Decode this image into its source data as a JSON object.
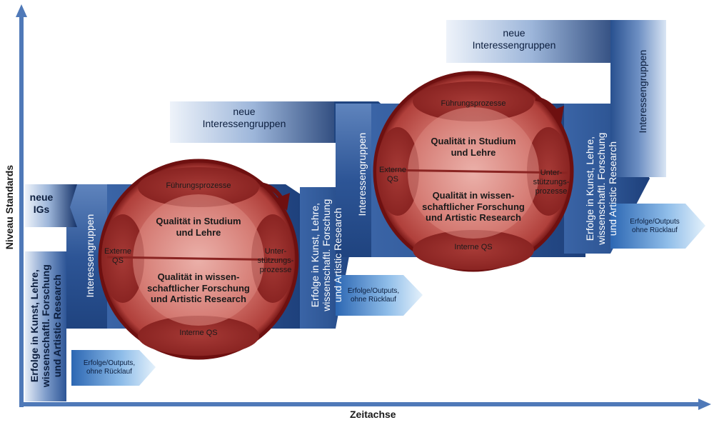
{
  "axes": {
    "y_label": "Niveau Standards",
    "x_label": "Zeitachse"
  },
  "stage_1": {
    "neue_igs": [
      "neue",
      "IGs"
    ],
    "erfolge_vertical": [
      "Erfolge in Kunst, Lehre,",
      "wissenschaftl. Forschung",
      "und Artistic Research"
    ],
    "interessengruppen": "Interessengruppen",
    "outputs": [
      "Erfolge/Outputs,",
      "ohne Rücklauf"
    ]
  },
  "stage_2": {
    "neue_interessengruppen": [
      "neue",
      "Interessengruppen"
    ],
    "erfolge_vertical": [
      "Erfolge in Kunst, Lehre,",
      "wissenschaftl. Forschung",
      "und Artistic Research"
    ],
    "interessengruppen": "Interessengruppen",
    "outputs": [
      "Erfolge/Outputs,",
      "ohne Rücklauf"
    ]
  },
  "stage_3": {
    "neue_interessengruppen": [
      "neue",
      "Interessengruppen"
    ],
    "erfolge_vertical": [
      "Erfolge in Kunst, Lehre,",
      "wissenschaftl. Forschung",
      "und Artistic Research"
    ],
    "interessengruppen": "Interessengruppen",
    "outputs": [
      "Erfolge/Outputs",
      "ohne Rücklauf"
    ]
  },
  "circle_1": {
    "top": "Führungsprozesse",
    "left": [
      "Externe",
      "QS"
    ],
    "right": [
      "Unter-",
      "stützungs-",
      "prozesse"
    ],
    "bottom": "Interne QS",
    "upper_center": [
      "Qualität in Studium",
      "und Lehre"
    ],
    "lower_center": [
      "Qualität in wissen-",
      "schaftlicher Forschung",
      "und Artistic Research"
    ]
  },
  "circle_2": {
    "top": "Führungsprozesse",
    "left": [
      "Externe",
      "QS"
    ],
    "right": [
      "Unter-",
      "stützungs-",
      "prozesse"
    ],
    "bottom": "Interne QS",
    "upper_center": [
      "Qualität in Studium",
      "und Lehre"
    ],
    "lower_center": [
      "Qualität in wissen-",
      "schaftlicher Forschung",
      "und Artistic Research"
    ]
  },
  "colors": {
    "arrow_dark": "#1a3f7a",
    "arrow_light": "#6f90c0",
    "output_light": "#c5def5",
    "circle_red": "#c4524e",
    "circle_dark": "#7a1414",
    "axis": "#4f79b8"
  }
}
